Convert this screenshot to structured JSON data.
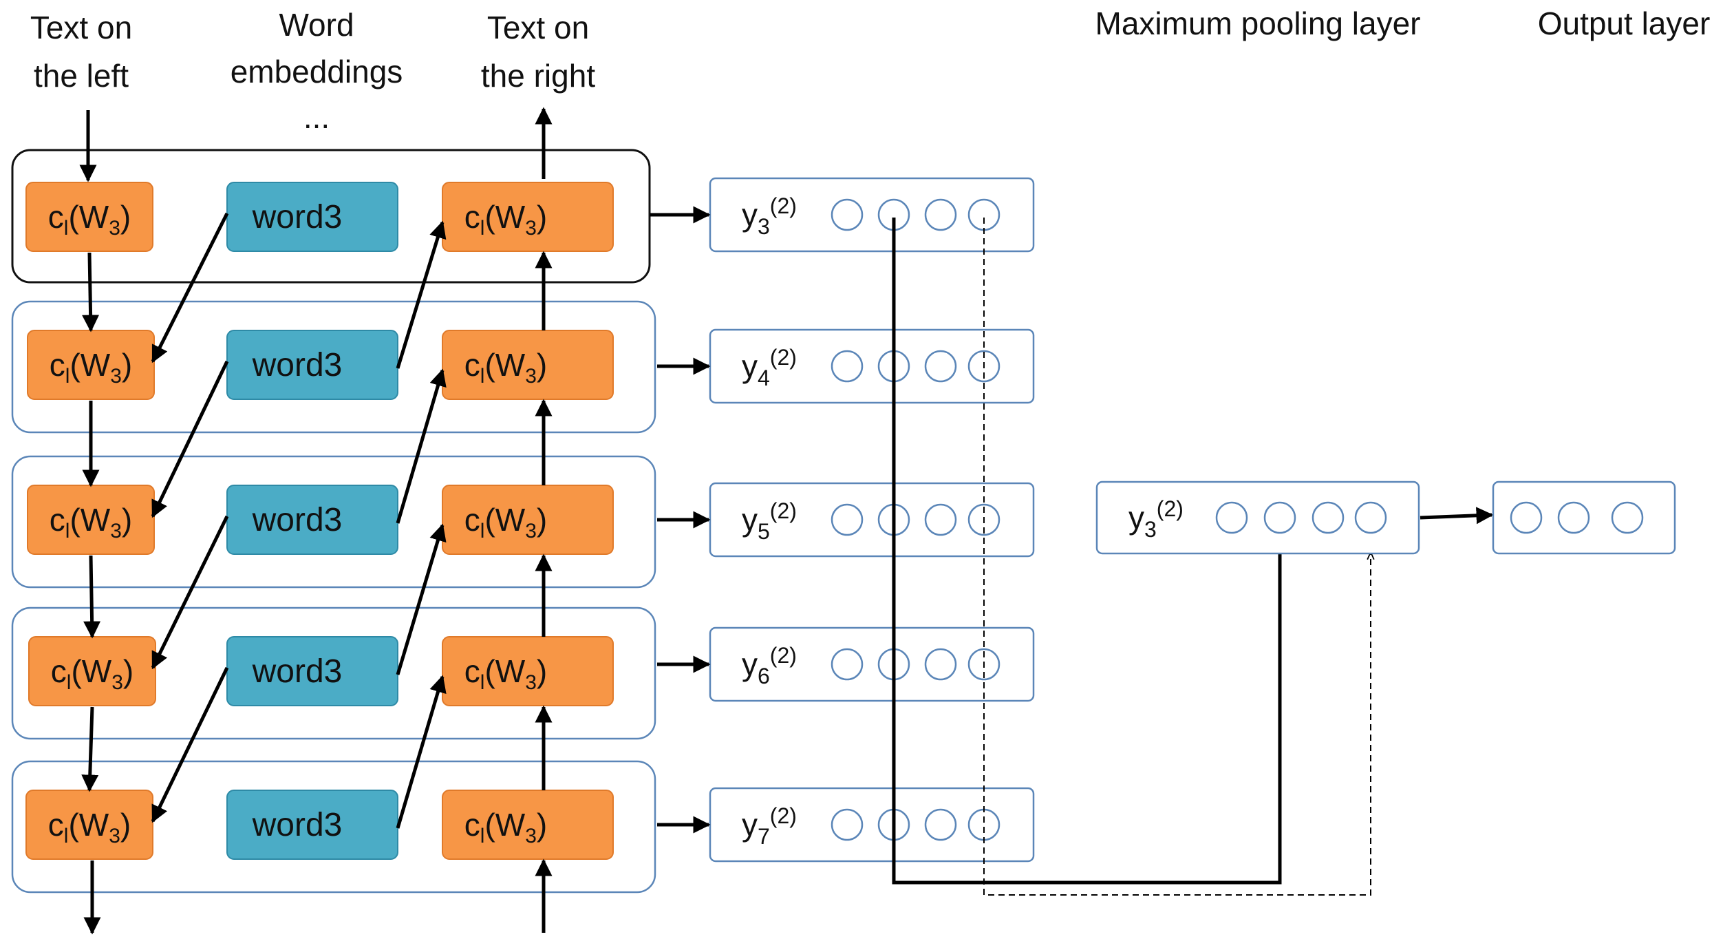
{
  "labels": {
    "text_left_1": "Text on",
    "text_left_2": "the left",
    "word_emb_1": "Word",
    "word_emb_2": "embeddings",
    "ellipsis": "...",
    "text_right_1": "Text on",
    "text_right_2": "the right",
    "max_pool": "Maximum pooling layer",
    "output": "Output layer"
  },
  "cell": {
    "c_base": "c",
    "c_sub": "l",
    "w_base": "(W",
    "w_sub": "3",
    "w_close": ")"
  },
  "word_label": "word3",
  "y_rows": [
    {
      "base": "y",
      "sub": "3",
      "sup": "(2)"
    },
    {
      "base": "y",
      "sub": "4",
      "sup": "(2)"
    },
    {
      "base": "y",
      "sub": "5",
      "sup": "(2)"
    },
    {
      "base": "y",
      "sub": "6",
      "sup": "(2)"
    },
    {
      "base": "y",
      "sub": "7",
      "sup": "(2)"
    }
  ],
  "pool": {
    "base": "y",
    "sub": "3",
    "sup": "(2)"
  },
  "colors": {
    "orange": "#F79646",
    "orange_border": "#E07A2A",
    "blue": "#4BACC6",
    "blue_border": "#2E8AA6",
    "vector_border": "#5B86B8",
    "line": "#000000"
  }
}
